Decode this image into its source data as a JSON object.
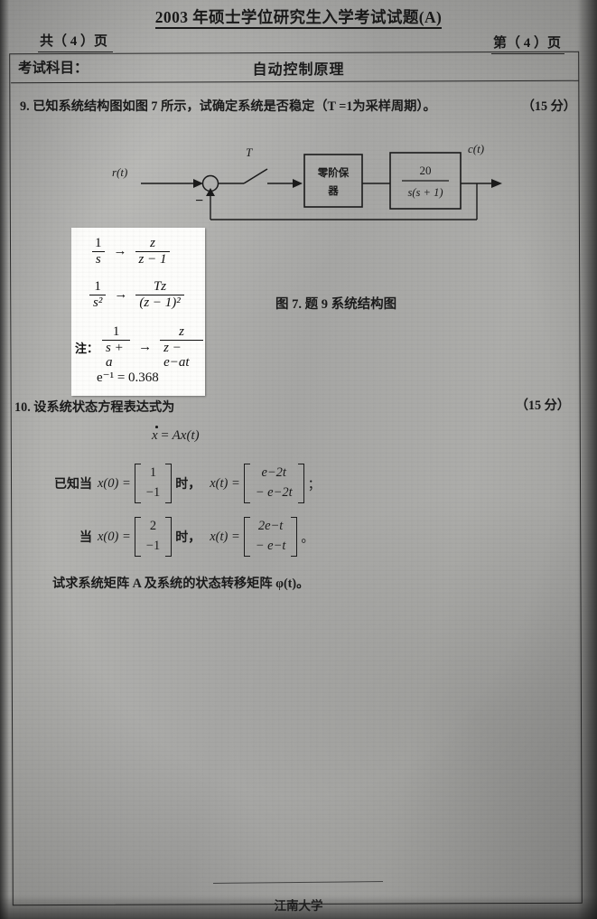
{
  "header": {
    "title": "2003 年硕士学位研究生入学考试试题(A)",
    "pages_total": "共（ 4 ）页",
    "page_current": "第（ 4 ）页",
    "subject_label": "考试科目：",
    "subject_value": "自动控制原理"
  },
  "question9": {
    "text": "9. 已知系统结构图如图 7 所示，试确定系统是否稳定（T =1为采样周期）。",
    "points": "（15 分）",
    "figure_caption": "图 7. 题 9 系统结构图",
    "diagram": {
      "input_label": "r(t)",
      "output_label": "c(t)",
      "sampler_label": "T",
      "summing_sign": "−",
      "zoh_line1": "零阶保",
      "zoh_line2": "器",
      "plant_numerator": "20",
      "plant_denominator": "s(s + 1)"
    }
  },
  "note_box": {
    "prefix": "注：",
    "pairs": [
      {
        "left_num": "1",
        "left_den": "s",
        "right_num": "z",
        "right_den": "z − 1"
      },
      {
        "left_num": "1",
        "left_den": "s²",
        "right_num": "Tz",
        "right_den": "(z − 1)²"
      },
      {
        "left_num": "1",
        "left_den": "s + a",
        "right_num": "z",
        "right_den": "z − e−at"
      }
    ],
    "constant": "e⁻¹ = 0.368"
  },
  "question10": {
    "heading": "10. 设系统状态方程表达式为",
    "points": "（15 分）",
    "state_equation": "ẋ = Ax(t)",
    "conditions": [
      {
        "lead": "已知当",
        "x0_label": "x(0) =",
        "x0_vector": [
          "1",
          "−1"
        ],
        "when": "时，",
        "xt_label": "x(t) =",
        "xt_vector": [
          "e−2t",
          "− e−2t"
        ],
        "punct": "；"
      },
      {
        "lead": "当",
        "x0_label": "x(0) =",
        "x0_vector": [
          "2",
          "−1"
        ],
        "when": "时，",
        "xt_label": "x(t) =",
        "xt_vector": [
          "2e−t",
          "− e−t"
        ],
        "punct": "。"
      }
    ],
    "tail": "试求系统矩阵 A 及系统的状态转移矩阵 φ(t)。"
  },
  "footer": {
    "institution": "江南大学"
  }
}
